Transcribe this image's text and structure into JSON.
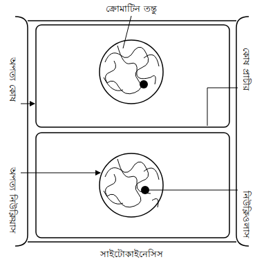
{
  "diagram": {
    "labels": [
      "ক্রোমাটিন তন্তু",
      "অপত্য কোষ",
      "কোষ প্রাচীর",
      "অপত্য নিউক্লিয়াস",
      "নিউক্লিওলাস",
      "সাইটোকাইনেসিস"
    ]
  }
}
